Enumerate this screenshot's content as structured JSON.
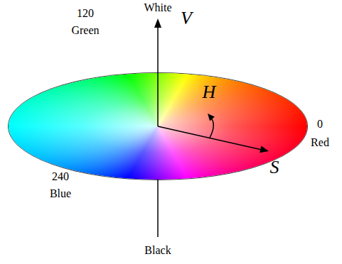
{
  "diagram": {
    "labels": [
      "White",
      "120",
      "Green",
      "V",
      "H",
      "0",
      "Red",
      "240",
      "Blue",
      "S",
      "Black"
    ]
  }
}
